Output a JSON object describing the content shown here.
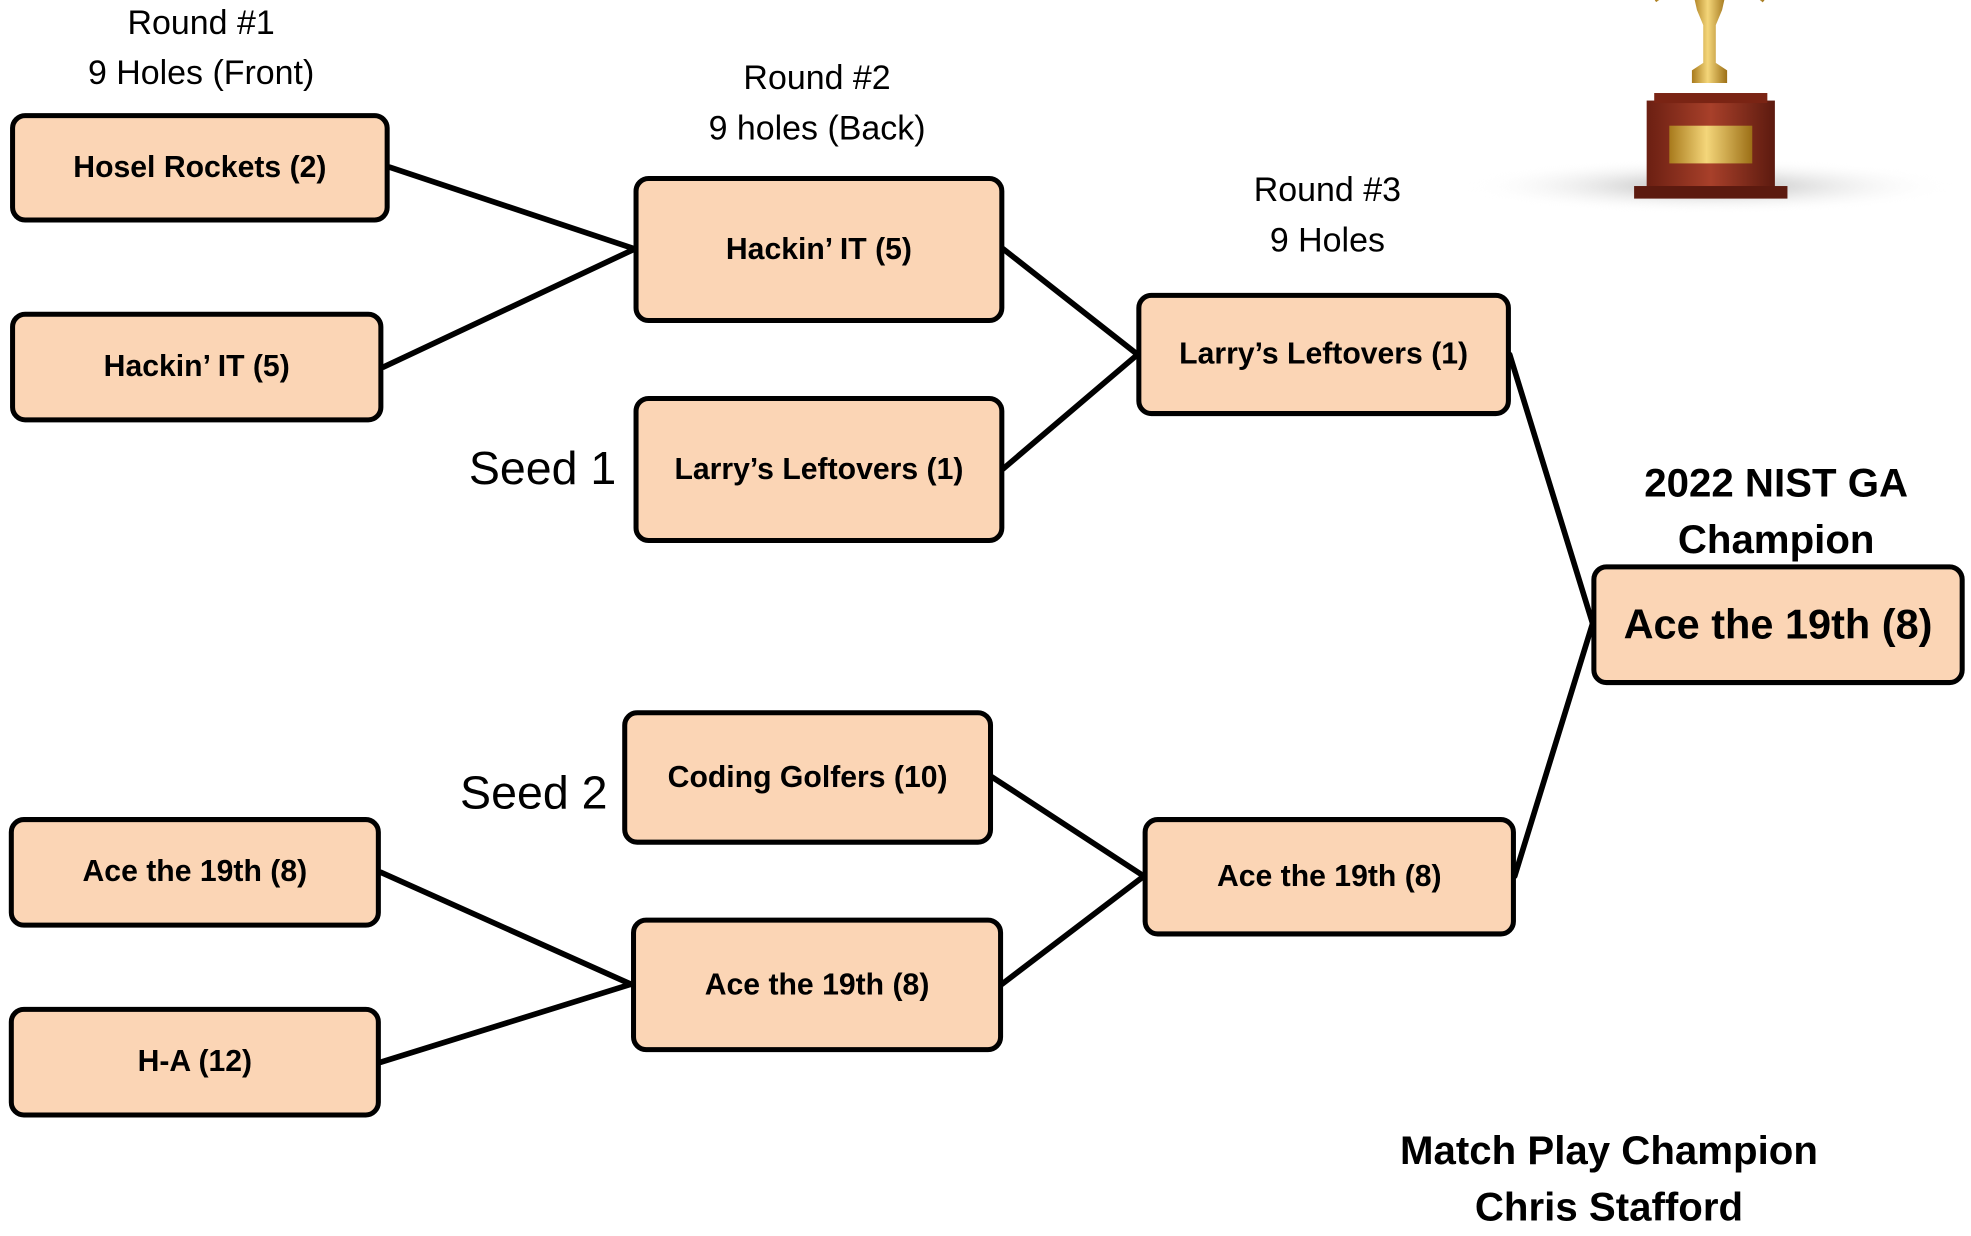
{
  "rounds": {
    "round1": {
      "line1": "Round #1",
      "line2": "9 Holes (Front)"
    },
    "round2": {
      "line1": "Round #2",
      "line2": "9 holes (Back)"
    },
    "round3": {
      "line1": "Round #3",
      "line2": "9 Holes"
    }
  },
  "seeds": {
    "seed1": "Seed 1",
    "seed2": "Seed 2"
  },
  "teams": {
    "r1_a": "Hosel Rockets (2)",
    "r1_b": "Hackin’ IT (5)",
    "r1_c": "Ace the 19th (8)",
    "r1_d": "H-A (12)",
    "r2_a": "Hackin’ IT (5)",
    "r2_seed1": "Larry’s Leftovers (1)",
    "r2_seed2": "Coding Golfers (10)",
    "r2_b": "Ace the 19th (8)",
    "r3_a": "Larry’s Leftovers (1)",
    "r3_b": "Ace the 19th (8)",
    "champion": "Ace the 19th (8)"
  },
  "champion_title": {
    "line1": "2022 NIST GA",
    "line2": "Champion"
  },
  "match_play": {
    "line1": "Match Play Champion",
    "line2": "Chris Stafford"
  },
  "colors": {
    "box_fill": "#fbd5b5",
    "box_border": "#000000",
    "trophy_gold": "#d4a437",
    "trophy_base": "#8b2a1a"
  }
}
